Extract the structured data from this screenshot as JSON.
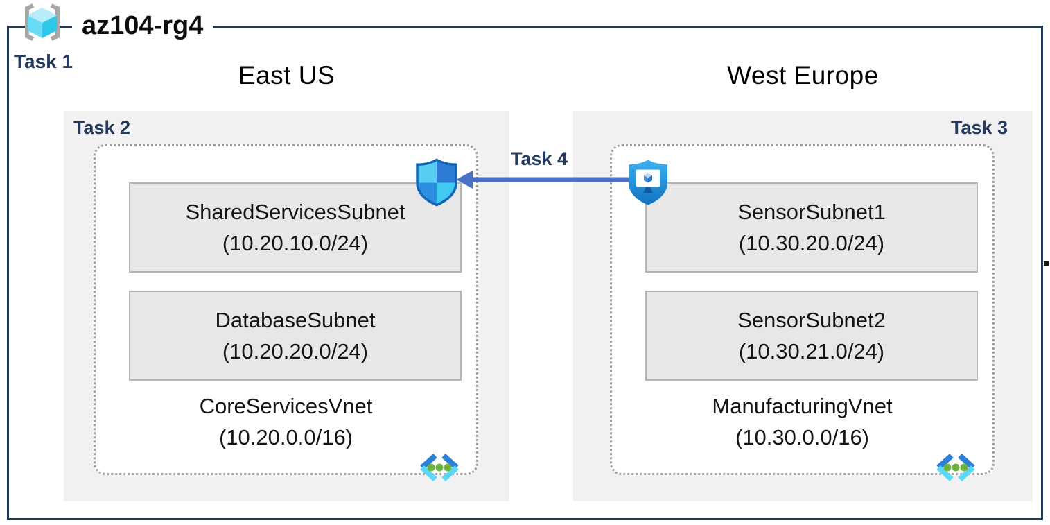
{
  "resource_group": {
    "name": "az104-rg4",
    "task_label": "Task 1",
    "icon": "azure-resource-group-cube-icon"
  },
  "regions": [
    {
      "name": "East US",
      "task_label": "Task 2",
      "vnet": {
        "name": "CoreServicesVnet",
        "cidr": "(10.20.0.0/16)",
        "subnets": [
          {
            "name": "SharedServicesSubnet",
            "cidr": "(10.20.10.0/24)"
          },
          {
            "name": "DatabaseSubnet",
            "cidr": "(10.20.20.0/24)"
          }
        ],
        "corner_icon": "virtual-network-icon",
        "attached_icon": "network-security-group-icon"
      }
    },
    {
      "name": "West Europe",
      "task_label": "Task 3",
      "vnet": {
        "name": "ManufacturingVnet",
        "cidr": "(10.30.0.0/16)",
        "subnets": [
          {
            "name": "SensorSubnet1",
            "cidr": "(10.30.20.0/24)"
          },
          {
            "name": "SensorSubnet2",
            "cidr": "(10.30.21.0/24)"
          }
        ],
        "corner_icon": "virtual-network-icon",
        "attached_icon": "bastion-icon"
      }
    }
  ],
  "peering": {
    "task_label": "Task 4",
    "arrow_direction": "left",
    "from": "ManufacturingVnet",
    "to": "CoreServicesVnet"
  },
  "icons": {
    "resource_group": "gray brackets around cyan cube",
    "network_security_group": "blue shield with four quadrants",
    "bastion": "blue shield with white monitor and cube",
    "virtual_network": "blue chevrons with three green dots"
  },
  "colors": {
    "border_navy": "#1d3a5c",
    "task_text_navy": "#243a5e",
    "arrow_blue": "#4a72c6",
    "region_bg": "#f1f1f1",
    "subnet_bg": "#e7e7e7",
    "subnet_border": "#b5b5b5",
    "vnet_dotted_border": "#9e9e9e",
    "nsg_light_cyan": "#57cdf4",
    "nsg_dark_blue": "#2e7bd5",
    "bastion_blue": "#1b8fdd",
    "vnet_dot_green": "#6cb33e",
    "cube_cyan": "#2fc7ec"
  }
}
